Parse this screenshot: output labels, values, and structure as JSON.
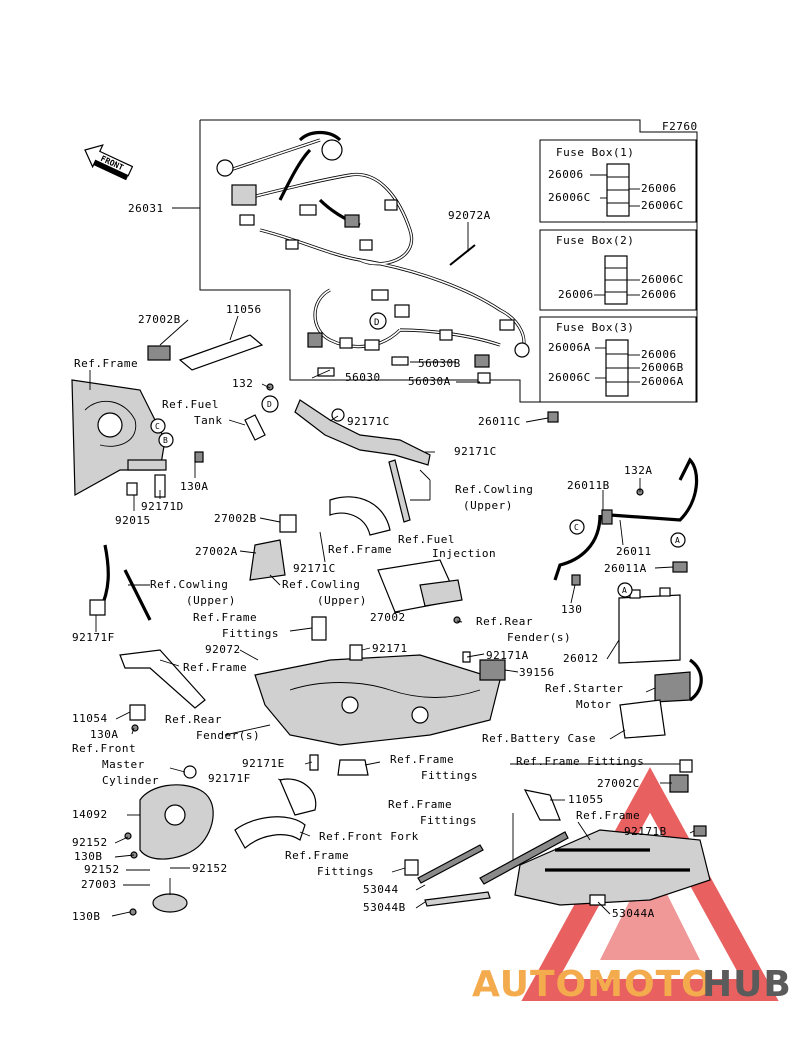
{
  "figure_code": "F2760",
  "front_marker": "FRONT",
  "watermark": {
    "brand_part1": "AUTOMOTO",
    "brand_part2": "HUB",
    "colors": {
      "triangle": "#e03030",
      "auto": "#f2a33a",
      "hub": "#4a4a4a"
    }
  },
  "fuse_boxes": [
    {
      "title": "Fuse Box(1)",
      "labels": [
        "26006",
        "26006C",
        "26006",
        "26006C"
      ]
    },
    {
      "title": "Fuse Box(2)",
      "labels": [
        "26006C",
        "26006",
        "26006"
      ]
    },
    {
      "title": "Fuse Box(3)",
      "labels": [
        "26006A",
        "26006C",
        "26006",
        "26006B",
        "26006A"
      ]
    }
  ],
  "callouts": {
    "c26031": "26031",
    "c92072A": "92072A",
    "c27002B_top": "27002B",
    "c11056": "11056",
    "refFrame_1": "Ref.Frame",
    "c56030": "56030",
    "c56030B": "56030B",
    "c56030A": "56030A",
    "c26011C": "26011C",
    "c132_top": "132",
    "refFuel_1": "Ref.Fuel",
    "refFuel_2": "Tank",
    "c92171C_1": "92171C",
    "c92171C_2": "92171C",
    "c130A_top": "130A",
    "c92171D": "92171D",
    "c92015": "92015",
    "refCowlUpper_1a": "Ref.Cowling",
    "refCowlUpper_1b": "(Upper)",
    "c27002B_mid": "27002B",
    "refFrame_2": "Ref.Frame",
    "refFuelInj_1": "Ref.Fuel",
    "refFuelInj_2": "Injection",
    "c27002A": "27002A",
    "c92171C_3": "92171C",
    "refCowlUpper_2a": "Ref.Cowling",
    "refCowlUpper_2b": "(Upper)",
    "refCowlUpper_3a": "Ref.Cowling",
    "refCowlUpper_3b": "(Upper)",
    "c26011B": "26011B",
    "c132A": "132A",
    "c26011": "26011",
    "c26011A": "26011A",
    "c130": "130",
    "c92171F": "92171F",
    "refFrameFit_1a": "Ref.Frame",
    "refFrameFit_1b": "Fittings",
    "c27002": "27002",
    "refRearFender_1a": "Ref.Rear",
    "refRearFender_1b": "Fender(s)",
    "c92072": "92072",
    "c92171": "92171",
    "c92171A": "92171A",
    "c26012": "26012",
    "refFrame_3": "Ref.Frame",
    "c39156": "39156",
    "refStarter_1": "Ref.Starter",
    "refStarter_2": "Motor",
    "c11054": "11054",
    "refRearFender_2a": "Ref.Rear",
    "refRearFender_2b": "Fender(s)",
    "c130A_low": "130A",
    "refFrontMaster_1": "Ref.Front",
    "refFrontMaster_2": "Master",
    "refFrontMaster_3": "Cylinder",
    "refBattery": "Ref.Battery Case",
    "refFrameFit_2a": "Ref.Frame",
    "refFrameFit_2b": "Fittings",
    "refFrameFit_3": "Ref.Frame Fittings",
    "c92171E": "92171E",
    "c27002C": "27002C",
    "c92171F_low": "92171F",
    "c14092": "14092",
    "refFrameFit_4a": "Ref.Frame",
    "refFrameFit_4b": "Fittings",
    "c11055": "11055",
    "refFrame_4": "Ref.Frame",
    "refFrontFork": "Ref.Front Fork",
    "c92171B": "92171B",
    "c92152_1": "92152",
    "c130B_1": "130B",
    "refFrameFit_5a": "Ref.Frame",
    "refFrameFit_5b": "Fittings",
    "c92152_2": "92152",
    "c92152_3": "92152",
    "c27003": "27003",
    "c53044": "53044",
    "c53044B": "53044B",
    "c53044A": "53044A",
    "c130B_2": "130B"
  },
  "reference_marks": {
    "A": "A",
    "B": "B",
    "C": "C",
    "D": "D"
  }
}
